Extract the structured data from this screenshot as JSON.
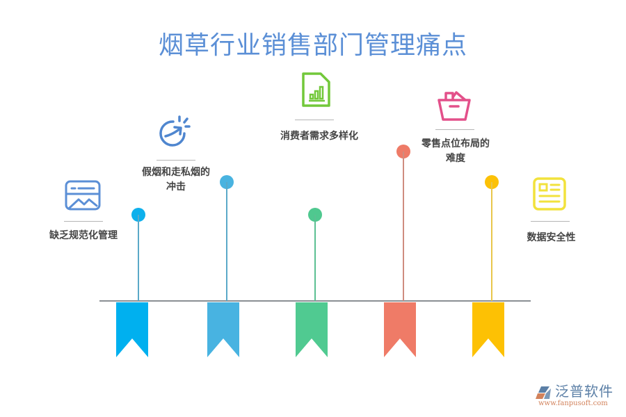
{
  "title": "烟草行业销售部门管理痛点",
  "colors": {
    "title": "#5b8fd6",
    "baseline": "#8a8f93",
    "label": "#444444",
    "rule": "#b5b5b5"
  },
  "items": [
    {
      "label_lines": [
        "缺乏规范化管理"
      ],
      "icon": "browser-chart-icon",
      "icon_color": "#5b8fd6",
      "pin_color": "#0eb0ec",
      "stem_color": "#5aa9c8",
      "banner_color": "#00b0ef"
    },
    {
      "label_lines": [
        "假烟和走私烟的",
        "冲击"
      ],
      "icon": "arrow-burst-icon",
      "icon_color": "#4f86cf",
      "pin_color": "#49b3e0",
      "stem_color": "#5aa9c8",
      "banner_color": "#48b3e1"
    },
    {
      "label_lines": [
        "消费者需求多样化"
      ],
      "icon": "document-bar-chart-icon",
      "icon_color": "#72c83a",
      "pin_color": "#4fc88f",
      "stem_color": "#5cbf92",
      "banner_color": "#50ca91"
    },
    {
      "label_lines": [
        "零售点位布局的",
        "难度"
      ],
      "icon": "shopping-basket-icon",
      "icon_color": "#e3508a",
      "pin_color": "#ee7b67",
      "stem_color": "#cf8c7f",
      "banner_color": "#ef7b67"
    },
    {
      "label_lines": [
        "数据安全性"
      ],
      "icon": "id-card-list-icon",
      "icon_color": "#f2e23c",
      "pin_color": "#fcc106",
      "stem_color": "#e8c64a",
      "banner_color": "#fdc104"
    }
  ],
  "logo": {
    "name": "泛普软件",
    "url": "www.fanpusoft.com",
    "mark_colors": [
      "#5b7fa6",
      "#d2825b"
    ]
  }
}
